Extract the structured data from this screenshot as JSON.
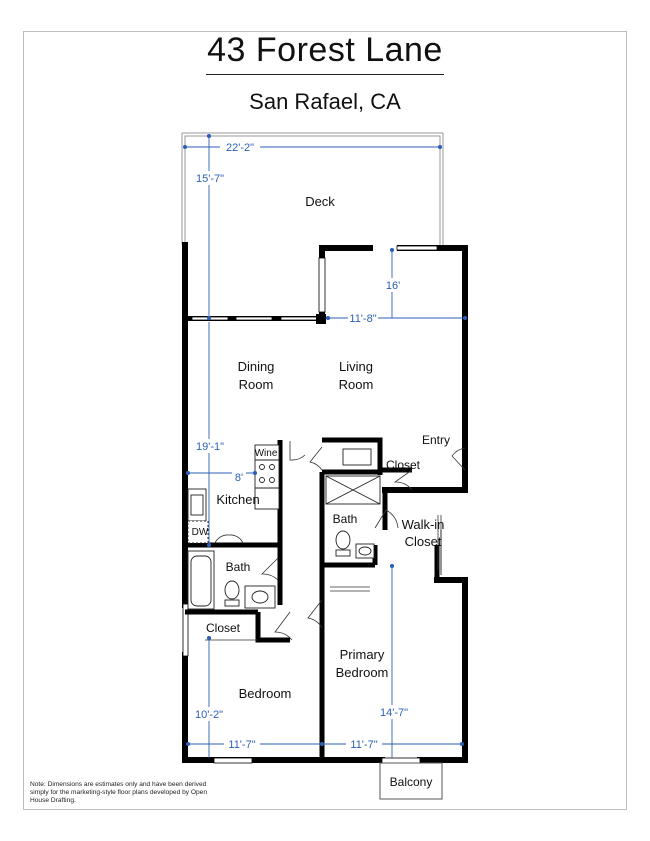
{
  "header": {
    "title": "43 Forest Lane",
    "subtitle": "San Rafael, CA"
  },
  "rooms": {
    "deck": "Deck",
    "dining_line1": "Dining",
    "dining_line2": "Room",
    "living_line1": "Living",
    "living_line2": "Room",
    "entry": "Entry",
    "closet_entry": "Closet",
    "kitchen": "Kitchen",
    "wine": "Wine",
    "dw": "DW",
    "bath_primary": "Bath",
    "walkin_line1": "Walk-in",
    "walkin_line2": "Closet",
    "bath_hall": "Bath",
    "closet_bedroom": "Closet",
    "primary_line1": "Primary",
    "primary_line2": "Bedroom",
    "bedroom": "Bedroom",
    "balcony": "Balcony"
  },
  "dimensions": {
    "deck_width": "22'-2\"",
    "deck_depth": "15'-7\"",
    "living_depth": "16'",
    "living_width": "11'-8\"",
    "dining_depth": "19'-1\"",
    "kitchen_width": "8'",
    "bedroom_depth": "10'-2\"",
    "bedroom_width": "11'-7\"",
    "primary_depth": "14'-7\"",
    "primary_width": "11'-7\""
  },
  "note": "Note: Dimensions are estimates only and have been derived simply for the marketing-style floor plans developed by Open House Drafting.",
  "colors": {
    "wall": "#000000",
    "dimension": "#2b5fb5",
    "deck_line": "#9a9a9a"
  }
}
